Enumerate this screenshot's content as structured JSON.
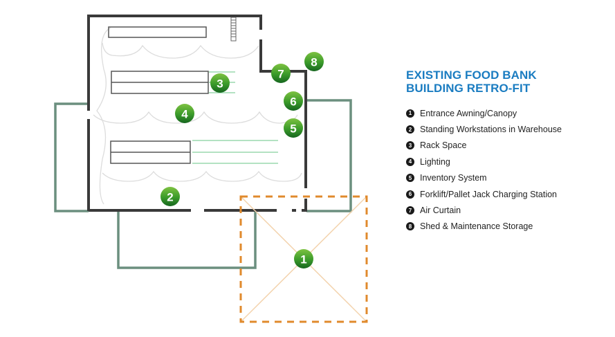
{
  "title_lines": [
    "EXISTING FOOD BANK",
    "BUILDING RETRO-FIT"
  ],
  "colors": {
    "title": "#1a7cc1",
    "wall": "#3a3a3a",
    "annex": "#6b8f7f",
    "awning": "#e08a2c",
    "awning_cross": "#f3d3ad",
    "marker": "#2f8a23",
    "lighting_curve": "#d8d8d8",
    "rack_line": "#9ad9ae"
  },
  "legend": [
    {
      "num": "1",
      "label": "Entrance Awning/Canopy"
    },
    {
      "num": "2",
      "label": "Standing Workstations in Warehouse"
    },
    {
      "num": "3",
      "label": "Rack Space"
    },
    {
      "num": "4",
      "label": "Lighting"
    },
    {
      "num": "5",
      "label": "Inventory System"
    },
    {
      "num": "6",
      "label": "Forklift/Pallet Jack Charging Station"
    },
    {
      "num": "7",
      "label": "Air Curtain"
    },
    {
      "num": "8",
      "label": "Shed & Maintenance Storage"
    }
  ],
  "markers": {
    "m1": "1",
    "m2": "2",
    "m3": "3",
    "m4": "4",
    "m5": "5",
    "m6": "6",
    "m7": "7",
    "m8": "8"
  }
}
